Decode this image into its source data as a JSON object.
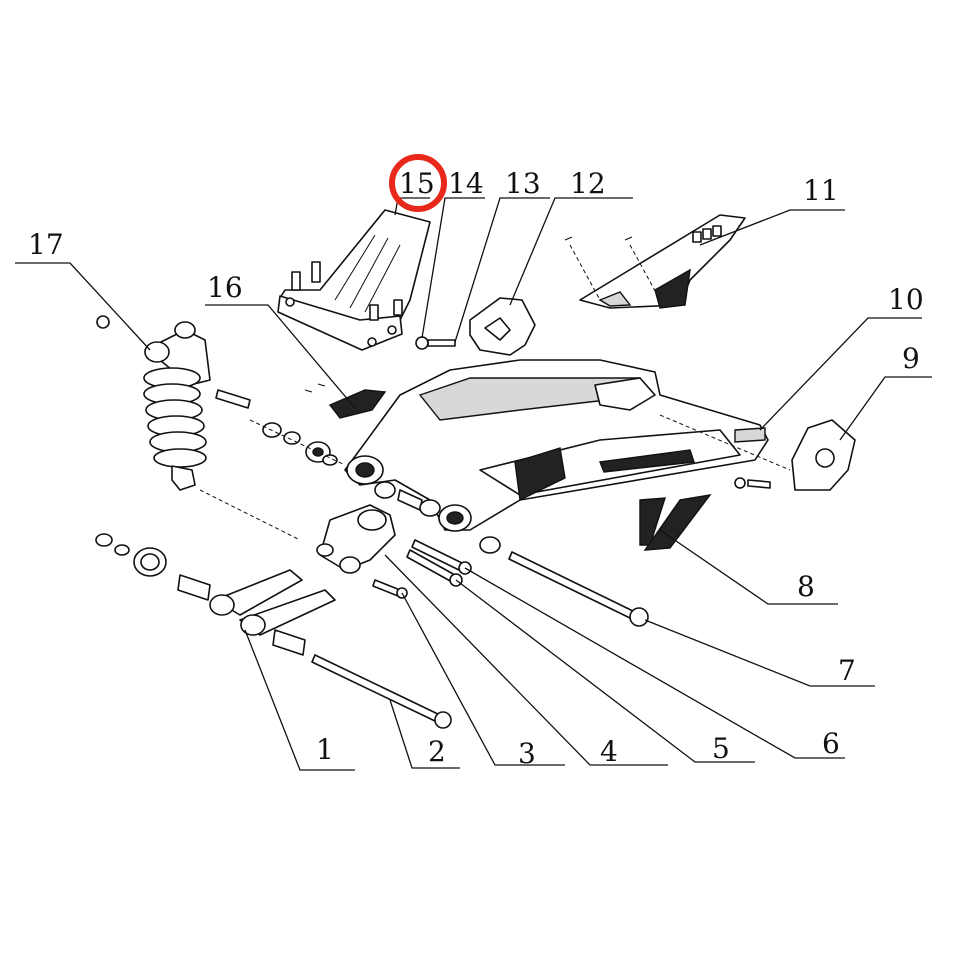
{
  "callouts": [
    {
      "id": "1",
      "label": "1"
    },
    {
      "id": "2",
      "label": "2"
    },
    {
      "id": "3",
      "label": "3"
    },
    {
      "id": "4",
      "label": "4"
    },
    {
      "id": "5",
      "label": "5"
    },
    {
      "id": "6",
      "label": "6"
    },
    {
      "id": "7",
      "label": "7"
    },
    {
      "id": "8",
      "label": "8"
    },
    {
      "id": "9",
      "label": "9"
    },
    {
      "id": "10",
      "label": "10"
    },
    {
      "id": "11",
      "label": "11"
    },
    {
      "id": "12",
      "label": "12"
    },
    {
      "id": "13",
      "label": "13"
    },
    {
      "id": "14",
      "label": "14"
    },
    {
      "id": "15",
      "label": "15"
    },
    {
      "id": "16",
      "label": "16"
    },
    {
      "id": "17",
      "label": "17"
    }
  ],
  "highlight": {
    "callout": "15",
    "color": "#e8281a"
  }
}
